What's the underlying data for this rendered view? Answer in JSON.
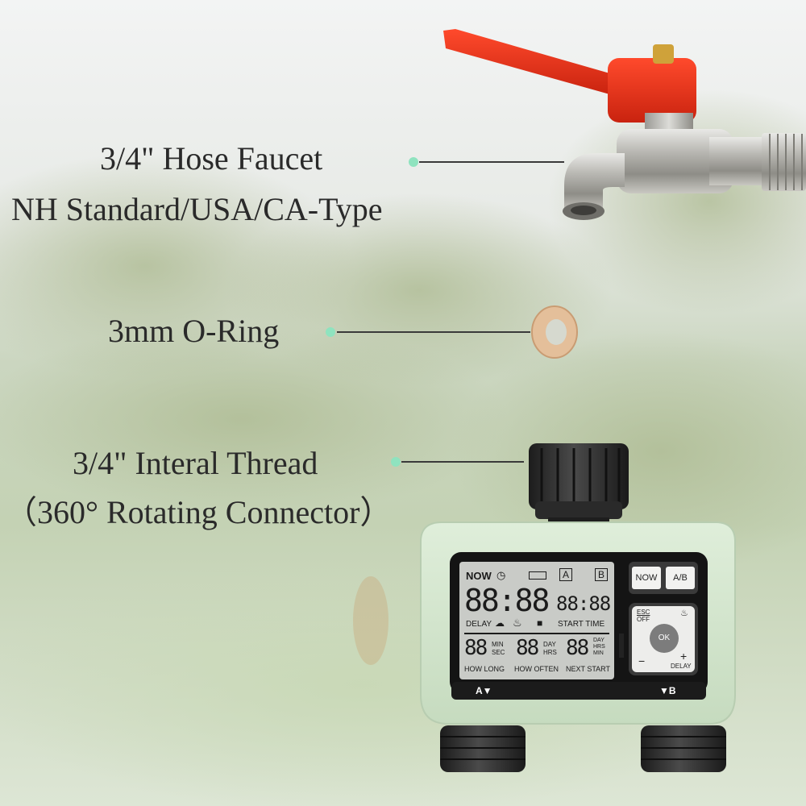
{
  "labels": {
    "faucet_line1": "3/4\" Hose Faucet",
    "faucet_line2": "NH Standard/USA/CA-Type",
    "oring": "3mm O-Ring",
    "thread_line1": "3/4\"  Interal Thread",
    "thread_line2": "（360°  Rotating Connector）"
  },
  "lcd": {
    "now": "NOW",
    "a": "A",
    "b": "B",
    "big_digits": "88:88",
    "start_digits": "88:88",
    "delay": "DELAY",
    "start_time": "START TIME",
    "d1": "88",
    "d2": "88",
    "d3": "88",
    "unit1a": "MIN",
    "unit1b": "SEC",
    "unit2a": "DAY",
    "unit2b": "HRS",
    "unit3a": "DAY",
    "unit3b": "HRS",
    "unit3c": "MIN",
    "how_long": "HOW LONG",
    "how_often": "HOW OFTEN",
    "next_start": "NEXT START"
  },
  "buttons": {
    "now": "NOW",
    "ab": "A/B",
    "esc": "ESC",
    "off": "OFF",
    "ok": "OK",
    "minus": "−",
    "plus": "+",
    "delay": "DELAY"
  },
  "outlets": {
    "a": "A▼",
    "b": "▼B"
  },
  "colors": {
    "accent_dot": "#8fe3bf",
    "faucet_handle": "#e8321c",
    "body_green": "#d4e6cc",
    "lcd_bg": "#c9cbc7"
  }
}
